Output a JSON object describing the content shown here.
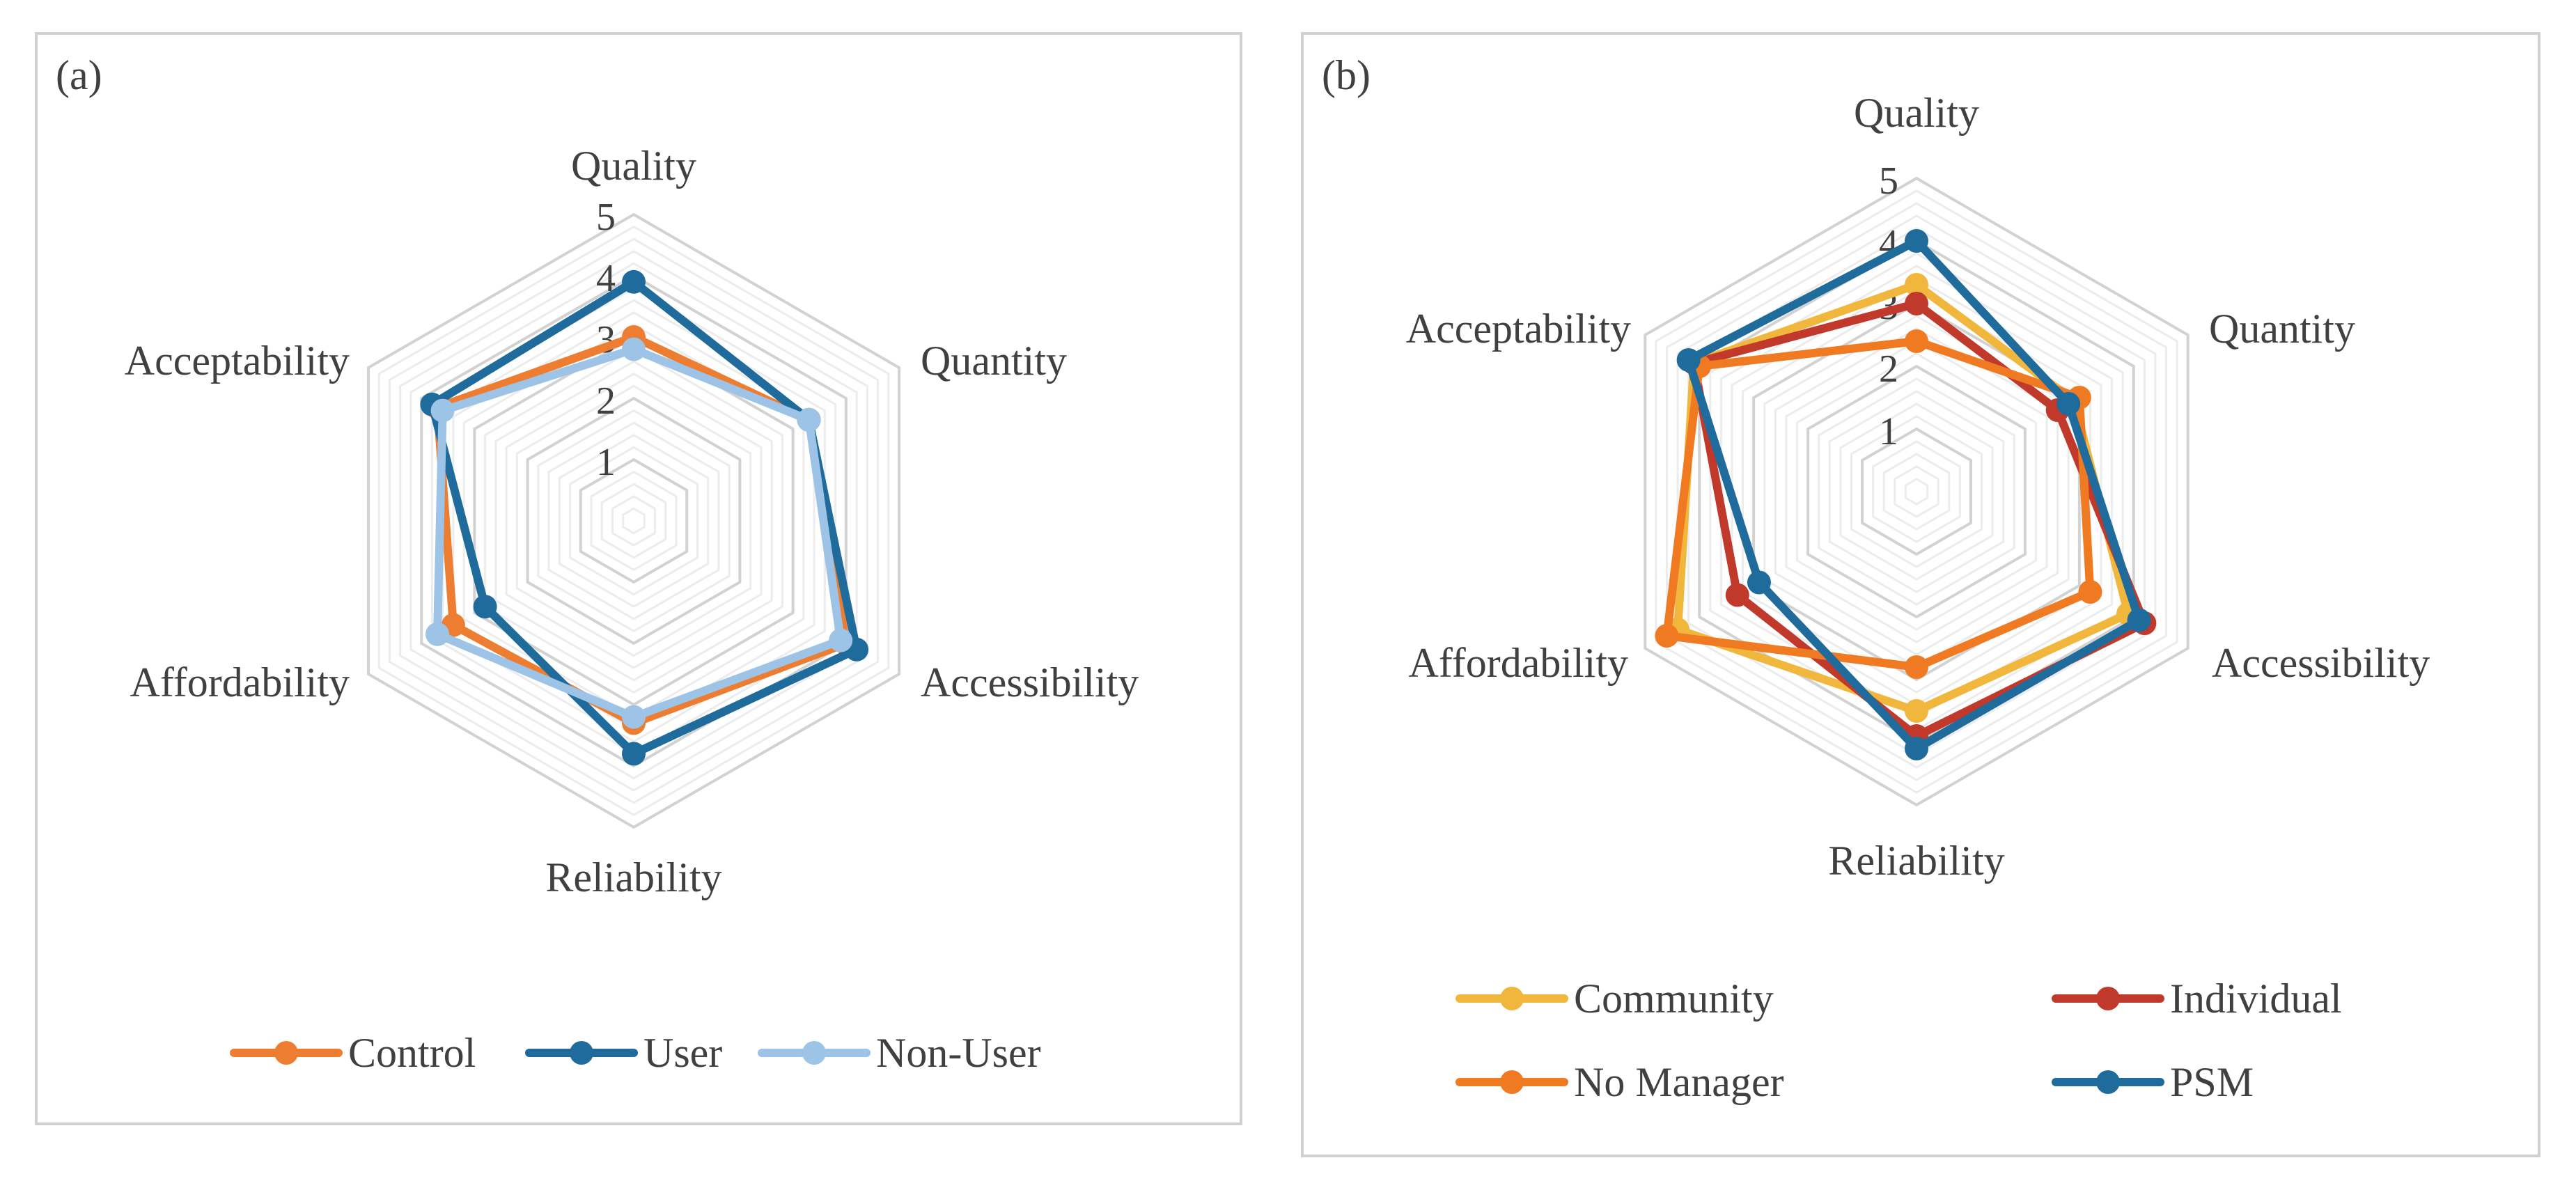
{
  "chart_data": [
    {
      "type": "radar",
      "panel_label": "(a)",
      "axes": [
        "Quality",
        "Quantity",
        "Accessibility",
        "Reliability",
        "Affordability",
        "Acceptability"
      ],
      "rlim": [
        0,
        5
      ],
      "ticks": [
        "1",
        "2",
        "3",
        "4",
        "5"
      ],
      "grid": true,
      "legend_position": "bottom",
      "series": [
        {
          "name": "Control",
          "color": "#ED7D31",
          "values": [
            3.0,
            3.3,
            4.0,
            3.3,
            3.4,
            3.7
          ]
        },
        {
          "name": "User",
          "color": "#1F6C9C",
          "values": [
            3.9,
            3.3,
            4.2,
            3.8,
            2.8,
            3.8
          ]
        },
        {
          "name": "Non-User",
          "color": "#9DC3E6",
          "values": [
            2.8,
            3.3,
            3.9,
            3.2,
            3.7,
            3.6
          ]
        }
      ]
    },
    {
      "type": "radar",
      "panel_label": "(b)",
      "axes": [
        "Quality",
        "Quantity",
        "Accessibility",
        "Reliability",
        "Affordability",
        "Acceptability"
      ],
      "rlim": [
        0,
        5
      ],
      "ticks": [
        "1",
        "2",
        "3",
        "4",
        "5"
      ],
      "grid": true,
      "legend_position": "bottom",
      "series": [
        {
          "name": "Community",
          "color": "#F0B73C",
          "values": [
            3.3,
            2.9,
            3.9,
            3.5,
            4.4,
            4.1
          ]
        },
        {
          "name": "Individual",
          "color": "#C0392B",
          "values": [
            3.0,
            2.6,
            4.2,
            3.9,
            3.3,
            4.1
          ]
        },
        {
          "name": "No Manager",
          "color": "#F07A22",
          "values": [
            2.4,
            3.0,
            3.2,
            2.8,
            4.6,
            4.0
          ]
        },
        {
          "name": "PSM",
          "color": "#1F6C9C",
          "values": [
            4.0,
            2.8,
            4.1,
            4.1,
            2.9,
            4.2
          ]
        }
      ]
    }
  ]
}
